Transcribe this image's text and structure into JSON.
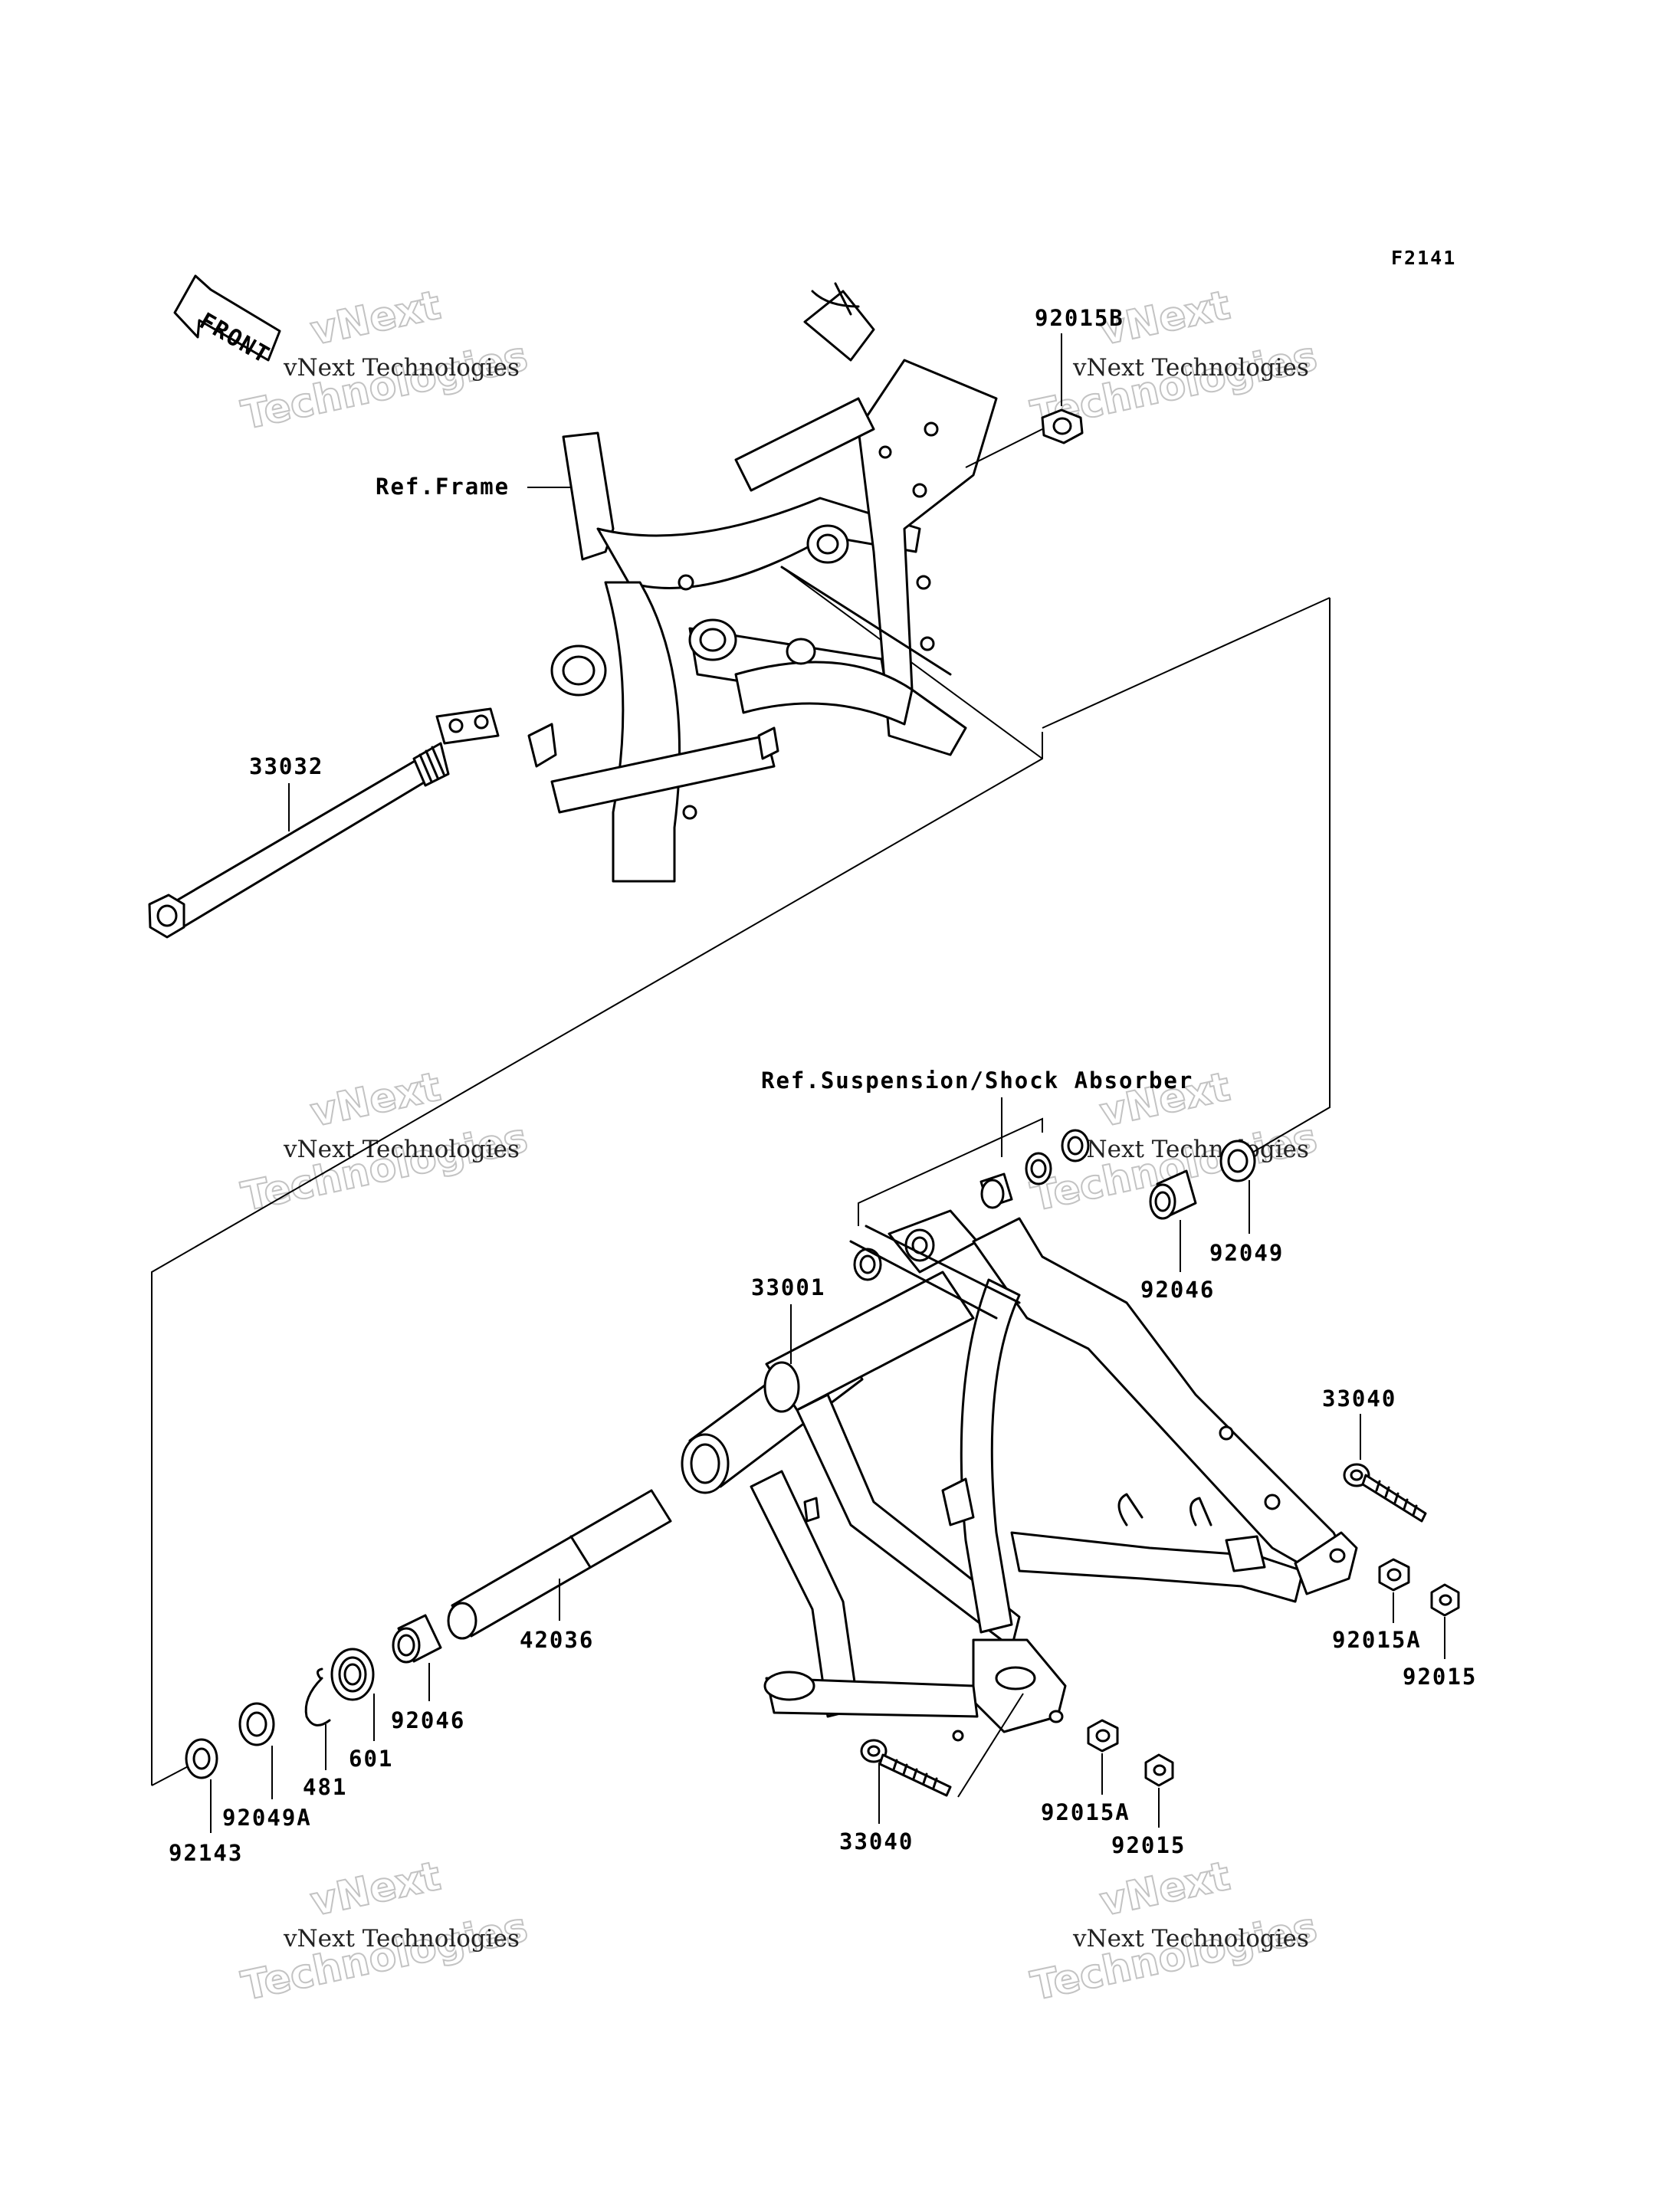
{
  "diagram_code": "F2141",
  "front_label": "FRONT",
  "ref_labels": {
    "frame": "Ref.Frame",
    "suspension": "Ref.Suspension/Shock Absorber"
  },
  "parts": {
    "p92015B": "92015B",
    "p33032": "33032",
    "p33001": "33001",
    "p92049": "92049",
    "p92046_upper": "92046",
    "p33040_right": "33040",
    "p92015A_right": "92015A",
    "p92015_right": "92015",
    "p42036": "42036",
    "p92046_lower": "92046",
    "p601": "601",
    "p481": "481",
    "p92049A": "92049A",
    "p92143": "92143",
    "p33040_bottom": "33040",
    "p92015A_bottom": "92015A",
    "p92015_bottom": "92015"
  },
  "watermark": {
    "line1": "vNext Technologies",
    "line2": "vNext",
    "line3": "Technologies"
  }
}
